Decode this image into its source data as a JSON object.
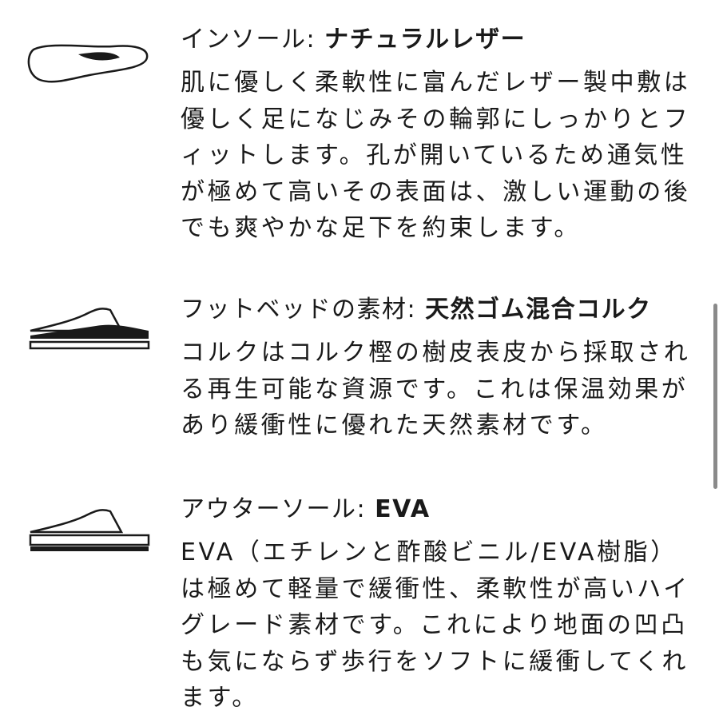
{
  "sections": [
    {
      "icon": "insole-icon",
      "heading_label": "インソール: ",
      "heading_value": "ナチュラルレザー",
      "body_lines": [
        "肌に優しく柔軟性に富んだレザー製中敷は",
        "優しく足になじみその輪郭にしっかりとフ",
        "ィットします。孔が開いているため通気性",
        "が極めて高いその表面は、激しい運動の後",
        "でも爽やかな足下を約束します。"
      ]
    },
    {
      "icon": "footbed-icon",
      "heading_label": "フットベッドの素材: ",
      "heading_value": "天然ゴム混合コルク",
      "body_lines": [
        "コルクはコルク樫の樹皮表皮から採取され",
        "る再生可能な資源です。これは保温効果が",
        "あり緩衝性に優れた天然素材です。"
      ]
    },
    {
      "icon": "outsole-icon",
      "heading_label": "アウターソール: ",
      "heading_value": "EVA",
      "body_lines": [
        "EVA（エチレンと酢酸ビニル/EVA樹脂）",
        "は極めて軽量で緩衝性、柔軟性が高いハイ",
        "グレード素材です。これにより地面の凹凸",
        "も気にならず歩行をソフトに緩衝してくれ",
        "ます。"
      ]
    }
  ]
}
